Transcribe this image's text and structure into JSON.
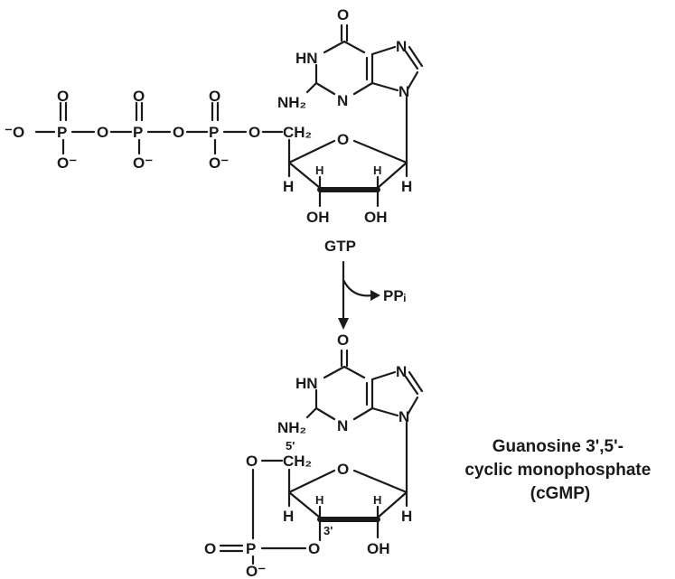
{
  "gtp": {
    "name": "GTP",
    "ring_atoms": {
      "O": "O",
      "N1": "N",
      "N2": "N",
      "N3": "N",
      "N4": "N",
      "H": "H"
    },
    "amine": "NH₂",
    "neg_o": "⁻O",
    "p": "P",
    "o": "O",
    "o_minus": "O⁻",
    "ch2": "CH₂",
    "h": "H",
    "oh": "OH"
  },
  "reaction": {
    "byproduct": "PPᵢ"
  },
  "cgmp": {
    "ring_atoms": {
      "O": "O",
      "N1": "N",
      "N2": "N",
      "N3": "N",
      "N4": "N",
      "H": "H"
    },
    "amine": "NH₂",
    "o": "O",
    "p": "P",
    "o_minus": "O⁻",
    "ch2": "CH₂",
    "h": "H",
    "oh": "OH",
    "pos5": "5'",
    "pos3": "3'",
    "caption": [
      "Guanosine 3',5'-",
      "cyclic monophosphate",
      "(cGMP)"
    ]
  }
}
